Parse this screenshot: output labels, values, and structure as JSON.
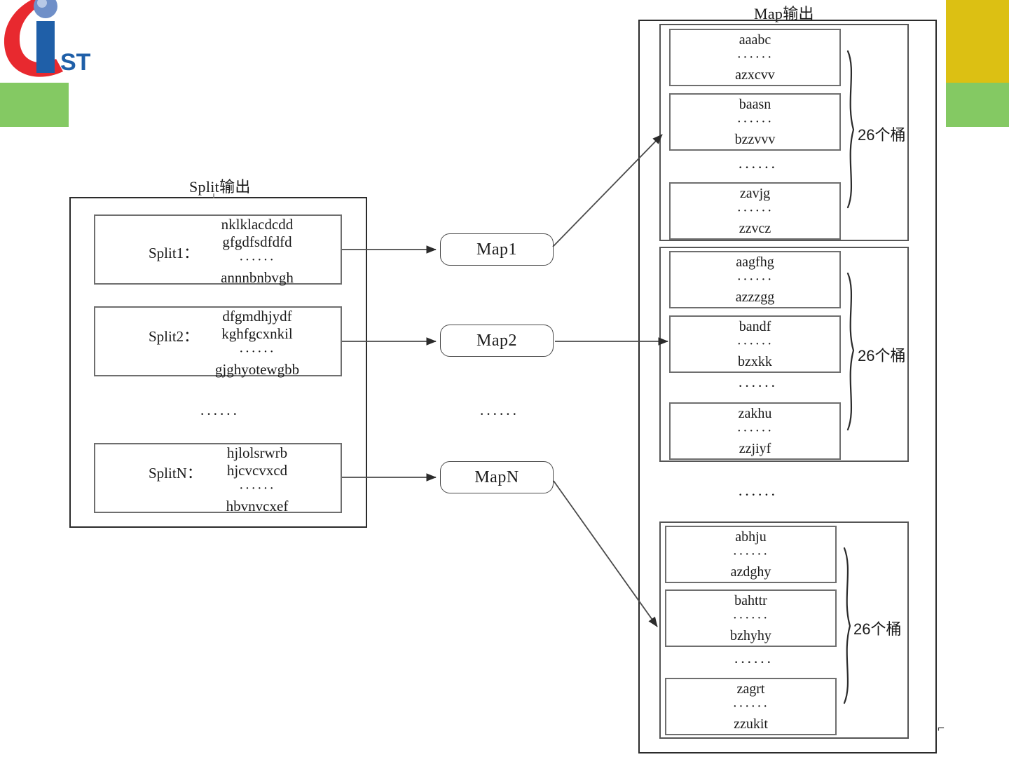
{
  "colors": {
    "yellow_block": "#dcc013",
    "green_block": "#84c963",
    "line": "#4a4a4a",
    "text": "#1b1b1b"
  },
  "ellipsis": "······",
  "split_section": {
    "title": "Split输出",
    "between_label": "······",
    "rows": [
      {
        "label": "Split1：",
        "lines": [
          "nklklacdcdd",
          "gfgdfsdfdfd",
          "······",
          "annnbnbvgh"
        ]
      },
      {
        "label": "Split2：",
        "lines": [
          "dfgmdhjydf",
          "kghfgcxnkil",
          "······",
          "gjghyotewgbb"
        ]
      },
      {
        "label": "SplitN：",
        "lines": [
          "hjlolsrwrb",
          "hjcvcvxcd",
          "······",
          "hbvnvcxef"
        ]
      }
    ]
  },
  "map_nodes": {
    "items": [
      {
        "label": "Map1"
      },
      {
        "label": "Map2"
      },
      {
        "label": "MapN"
      }
    ],
    "between_label": "······"
  },
  "map_output_section": {
    "title": "Map输出",
    "between_label": "······",
    "groups": [
      {
        "brace_label": "26个桶",
        "cells": [
          {
            "lines": [
              "aaabc",
              "······",
              "azxcvv"
            ]
          },
          {
            "lines": [
              "baasn",
              "······",
              "bzzvvv"
            ]
          },
          {
            "lines": [
              "zavjg",
              "······",
              "zzvcz"
            ]
          }
        ],
        "mid_ellipsis": "······"
      },
      {
        "brace_label": "26个桶",
        "cells": [
          {
            "lines": [
              "aagfhg",
              "······",
              "azzzgg"
            ]
          },
          {
            "lines": [
              "bandf",
              "······",
              "bzxkk"
            ]
          },
          {
            "lines": [
              "zakhu",
              "······",
              "zzjiyf"
            ]
          }
        ],
        "mid_ellipsis": "······"
      },
      {
        "brace_label": "26个桶",
        "cells": [
          {
            "lines": [
              "abhju",
              "······",
              "azdghy"
            ]
          },
          {
            "lines": [
              "bahttr",
              "······",
              "bzhyhy"
            ]
          },
          {
            "lines": [
              "zagrt",
              "······",
              "zzukit"
            ]
          }
        ],
        "mid_ellipsis": "······"
      }
    ]
  },
  "logo": {
    "name": "ist-logo",
    "text": "ST"
  },
  "stray_mark": "⌐"
}
